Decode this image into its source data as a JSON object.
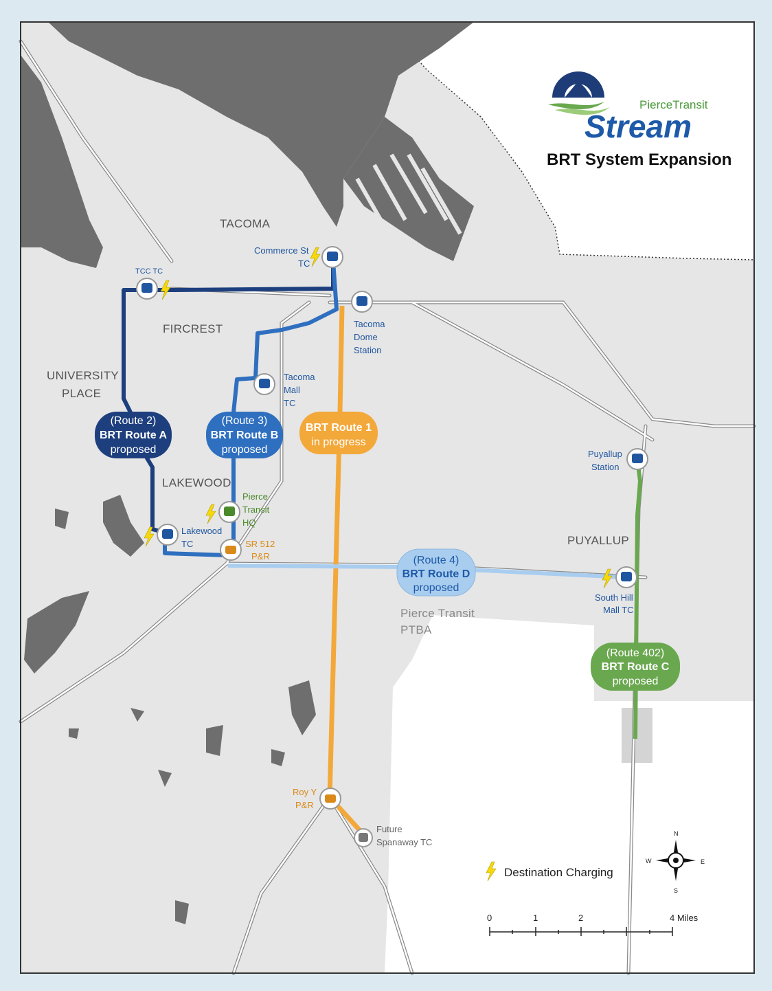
{
  "map": {
    "title": "BRT System Expansion",
    "brand": {
      "agency": "PierceTransit",
      "product": "Stream"
    },
    "places": {
      "tacoma": "TACOMA",
      "fircrest": "FIRCREST",
      "university_place_1": "UNIVERSITY",
      "university_place_2": "PLACE",
      "lakewood": "LAKEWOOD",
      "puyallup": "PUYALLUP",
      "ptba_1": "Pierce Transit",
      "ptba_2": "PTBA"
    },
    "stops": {
      "commerce_1": "Commerce St",
      "commerce_2": "TC",
      "tcc": "TCC TC",
      "tacoma_dome_1": "Tacoma",
      "tacoma_dome_2": "Dome",
      "tacoma_dome_3": "Station",
      "tacoma_mall_1": "Tacoma",
      "tacoma_mall_2": "Mall",
      "tacoma_mall_3": "TC",
      "pt_hq_1": "Pierce",
      "pt_hq_2": "Transit",
      "pt_hq_3": "HQ",
      "lakewood_1": "Lakewood",
      "lakewood_2": "TC",
      "sr512_1": "SR 512",
      "sr512_2": "P&R",
      "puyallup_1": "Puyallup",
      "puyallup_2": "Station",
      "south_hill_1": "South Hill",
      "south_hill_2": "Mall TC",
      "roy_1": "Roy Y",
      "roy_2": "P&R",
      "spanaway_1": "Future",
      "spanaway_2": "Spanaway TC"
    },
    "routes": {
      "a": {
        "sub": "(Route 2)",
        "name": "BRT Route A",
        "status": "proposed",
        "color": "#1d3f7e"
      },
      "b": {
        "sub": "(Route 3)",
        "name": "BRT Route B",
        "status": "proposed",
        "color": "#2f6fbf"
      },
      "r1": {
        "name": "BRT Route 1",
        "status": "in progress",
        "color": "#f3a83a"
      },
      "d": {
        "sub": "(Route 4)",
        "name": "BRT Route D",
        "status": "proposed",
        "color": "#a9cdef"
      },
      "c": {
        "sub": "(Route 402)",
        "name": "BRT Route C",
        "status": "proposed",
        "color": "#6aa84f"
      }
    },
    "legend": {
      "charging": "Destination Charging"
    },
    "compass": {
      "n": "N",
      "s": "S",
      "e": "E",
      "w": "W"
    },
    "scale": {
      "t0": "0",
      "t1": "1",
      "t2": "2",
      "t4": "4 Miles"
    },
    "colors": {
      "water": "#6e6e6e",
      "land": "#e6e6e6",
      "land_alt": "#ffffff",
      "road": "#ffffff",
      "road_casing": "#8a8a8a",
      "charge": "#f5d90a"
    }
  }
}
